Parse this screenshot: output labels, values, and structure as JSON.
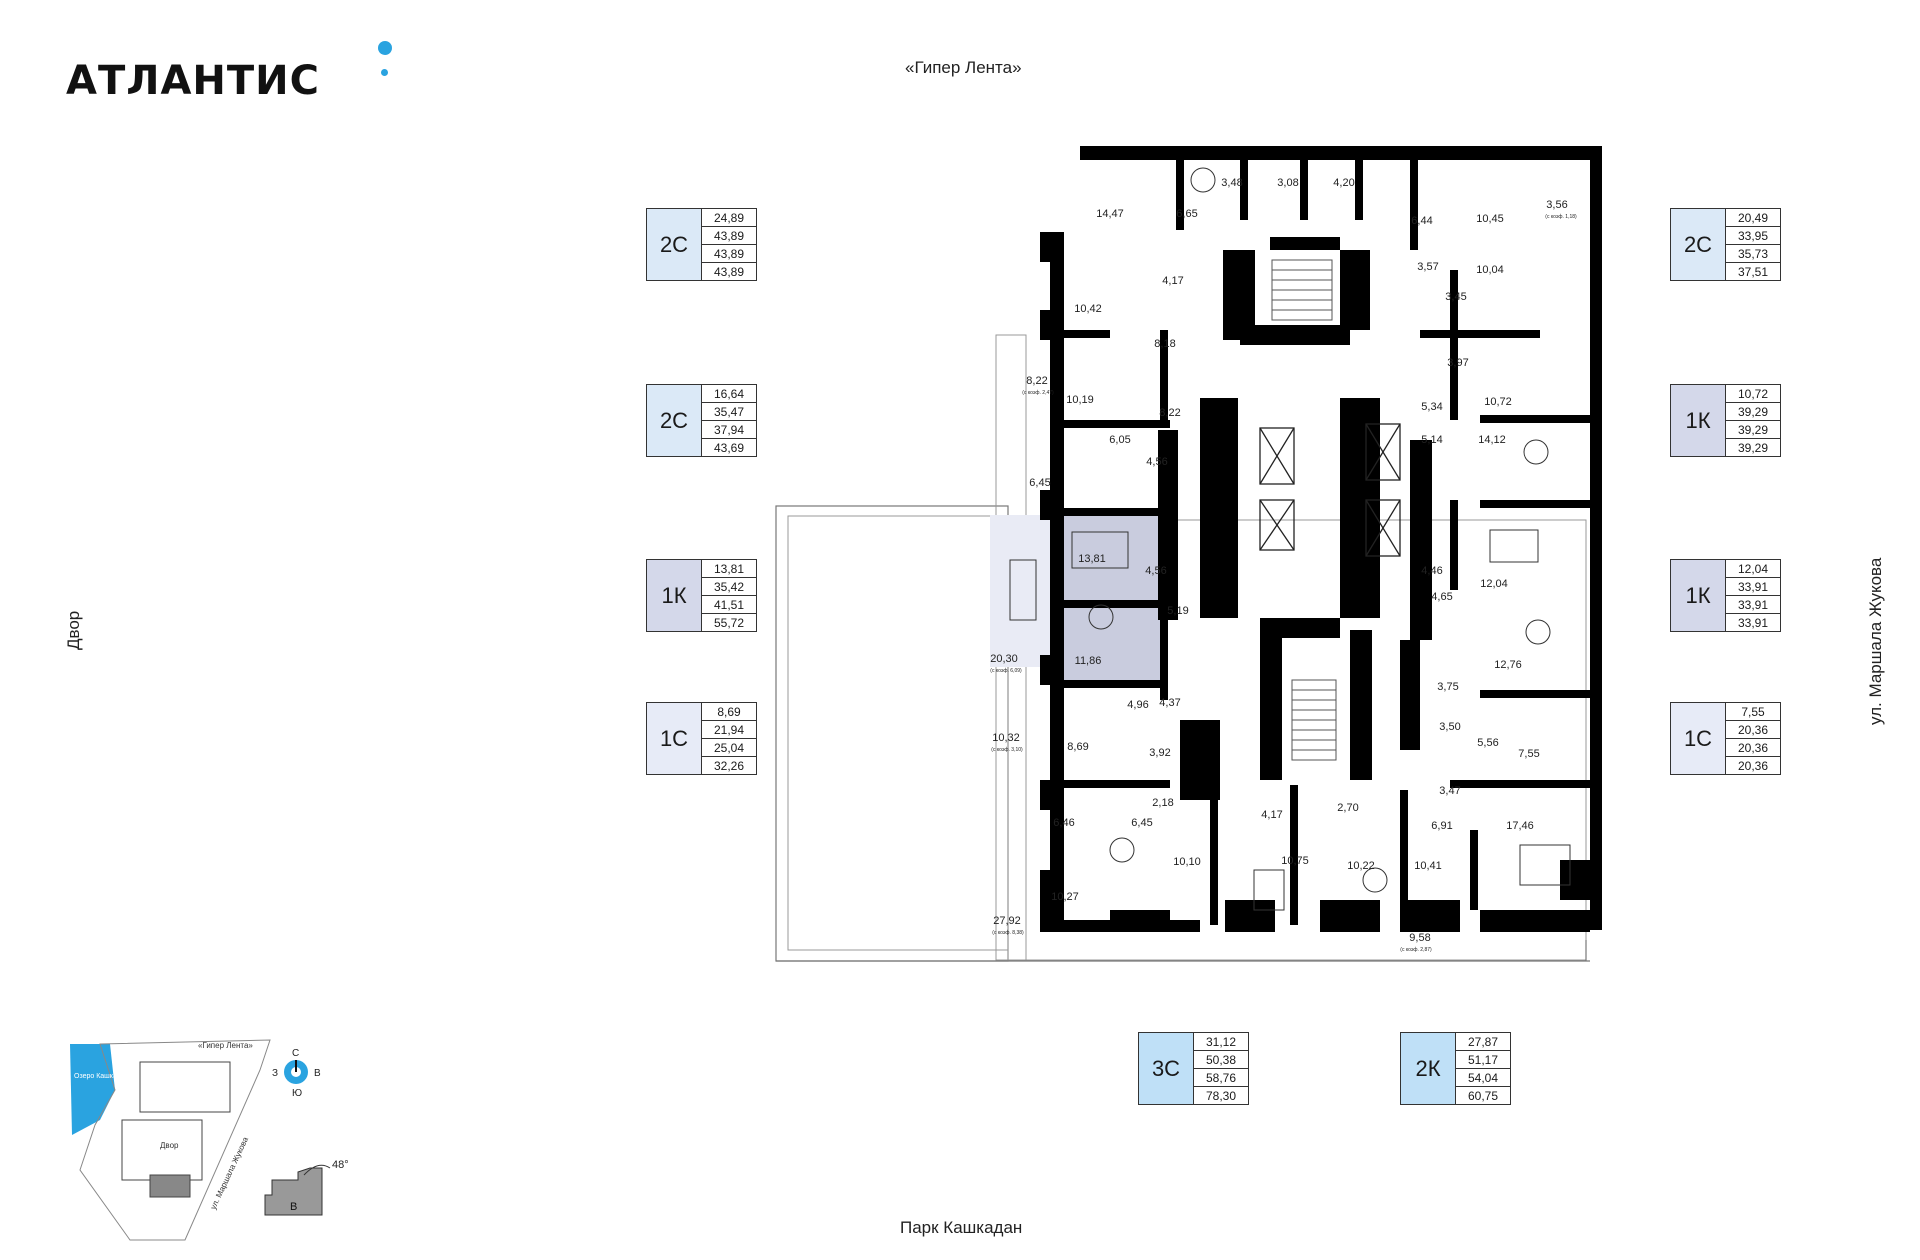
{
  "header": {
    "logo": "АТЛАНТИС"
  },
  "streets": {
    "top": "«Гипер Лента»",
    "bottom": "Парк Кашкадан",
    "left": "Двор",
    "right": "ул. Маршала Жукова"
  },
  "apartments_left": [
    {
      "type": "2С",
      "values": [
        "24,89",
        "43,89",
        "43,89",
        "43,89"
      ],
      "color": "#dbe9f7"
    },
    {
      "type": "2С",
      "values": [
        "16,64",
        "35,47",
        "37,94",
        "43,69"
      ],
      "color": "#dbe9f7"
    },
    {
      "type": "1К",
      "values": [
        "13,81",
        "35,42",
        "41,51",
        "55,72"
      ],
      "color": "#d4d8ea"
    },
    {
      "type": "1С",
      "values": [
        "8,69",
        "21,94",
        "25,04",
        "32,26"
      ],
      "color": "#e7ebf7"
    }
  ],
  "apartments_right": [
    {
      "type": "2С",
      "values": [
        "20,49",
        "33,95",
        "35,73",
        "37,51"
      ],
      "color": "#dbe9f7"
    },
    {
      "type": "1К",
      "values": [
        "10,72",
        "39,29",
        "39,29",
        "39,29"
      ],
      "color": "#d4d8ea"
    },
    {
      "type": "1К",
      "values": [
        "12,04",
        "33,91",
        "33,91",
        "33,91"
      ],
      "color": "#d4d8ea"
    },
    {
      "type": "1С",
      "values": [
        "7,55",
        "20,36",
        "20,36",
        "20,36"
      ],
      "color": "#e7ebf7"
    }
  ],
  "apartments_bottom": [
    {
      "type": "3С",
      "values": [
        "31,12",
        "50,38",
        "58,76",
        "78,30"
      ],
      "color": "#bfe0f7"
    },
    {
      "type": "2К",
      "values": [
        "27,87",
        "51,17",
        "54,04",
        "60,75"
      ],
      "color": "#bfe0f7"
    }
  ],
  "room_labels": [
    "14,47",
    "6,65",
    "3,48",
    "3,08",
    "4,20",
    "6,44",
    "10,45",
    "3,56",
    "(с коэф. 1,18)",
    "10,42",
    "4,17",
    "8,18",
    "10,19",
    "8,22",
    "8,22",
    "(с коэф. 2,47)",
    "6,45",
    "6,05",
    "4,56",
    "13,81",
    "4,56",
    "5,19",
    "20,30",
    "(с коэф. 6,09)",
    "11,86",
    "4,96",
    "4,37",
    "10,32",
    "(с коэф. 3,10)",
    "8,69",
    "3,92",
    "2,18",
    "6,46",
    "6,45",
    "10,10",
    "10,27",
    "27,92",
    "(с коэф. 8,38)",
    "3,57",
    "10,04",
    "3,45",
    "3,97",
    "5,34",
    "10,72",
    "5,14",
    "14,12",
    "4,46",
    "12,04",
    "4,65",
    "12,76",
    "3,75",
    "3,50",
    "5,56",
    "7,55",
    "3,47",
    "6,91",
    "17,46",
    "4,17",
    "2,70",
    "10,75",
    "10,22",
    "10,41",
    "9,58",
    "(с коэф. 2,87)"
  ],
  "minimap": {
    "labels": [
      "«Гипер Лента»",
      "Озеро Кашкадан",
      "Двор",
      "ул. Маршала Жукова",
      "В"
    ],
    "compass": {
      "north": "С",
      "south": "Ю",
      "west": "З",
      "east": "В"
    },
    "angle": "48°"
  },
  "colors": {
    "accent": "#2aa3e0",
    "wall": "#000000",
    "highlight": "#c9ccde",
    "terrace": "#e9ebf5"
  }
}
